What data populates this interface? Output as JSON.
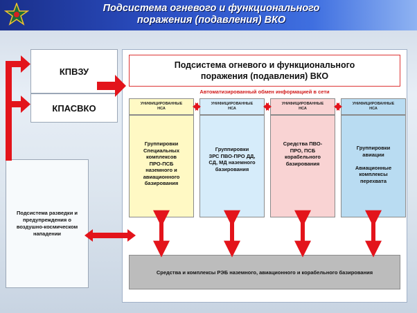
{
  "header": {
    "title_line1": "Подсистема огневого и функционального",
    "title_line2": "поражения (подавления) ВКО"
  },
  "left_boxes": {
    "kpvzu": "КПВЗУ",
    "kpasvko": "КПАСВКО"
  },
  "main": {
    "title_line1": "Подсистема огневого и функционального",
    "title_line2": "поражения (подавления) ВКО",
    "auto_exchange": "Автоматизированный обмен информацией в сети",
    "unified_header_line1": "УНИФИЦИРОВАННЫЕ",
    "unified_header_line2": "НСА",
    "columns": [
      {
        "text": "Группировки\nСпециальных\nкомплексов\nПРО-ПСБ\nназемного и\nавиационного\nбазирования"
      },
      {
        "text": "Группировки\nЗРС ПВО-ПРО ДД,\nСД, МД наземного\nбазирования"
      },
      {
        "text": "Средства ПВО-\nПРО, ПСБ\nкорабельного\nбазирования"
      },
      {
        "text": "Группировки\nавиации\n\nАвиационные\nкомплексы\nперехвата"
      }
    ],
    "bottom": "Средства и комплексы РЭБ наземного, авиационного и корабельного базирования"
  },
  "recon": {
    "text": "Подсистема разведки и предупреждения о воздушно-космическом нападении"
  },
  "colors": {
    "arrow": "#e3141b",
    "header_start": "#1a2f8a",
    "header_end": "#8fb3f2"
  },
  "icons": {
    "emblem": "star-emblem-icon"
  }
}
